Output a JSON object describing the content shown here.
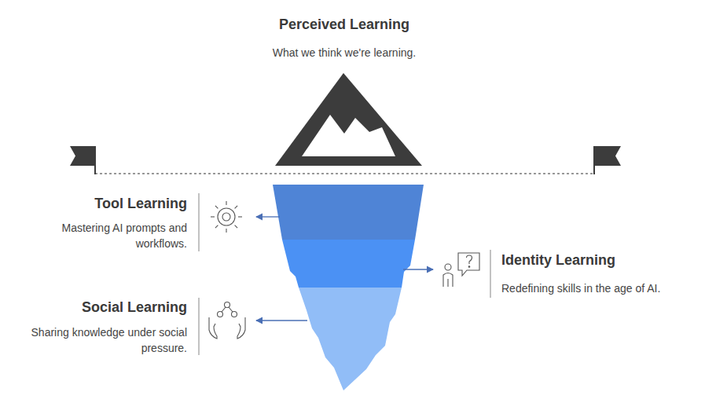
{
  "diagram": {
    "labels": [
      "Perceived Learning",
      "What we think we're learning.",
      "Tool Learning",
      "Mastering AI prompts and workflows.",
      "Identity Learning",
      "Redefining skills in the age of AI.",
      "Social Learning",
      "Sharing knowledge under social pressure."
    ]
  }
}
